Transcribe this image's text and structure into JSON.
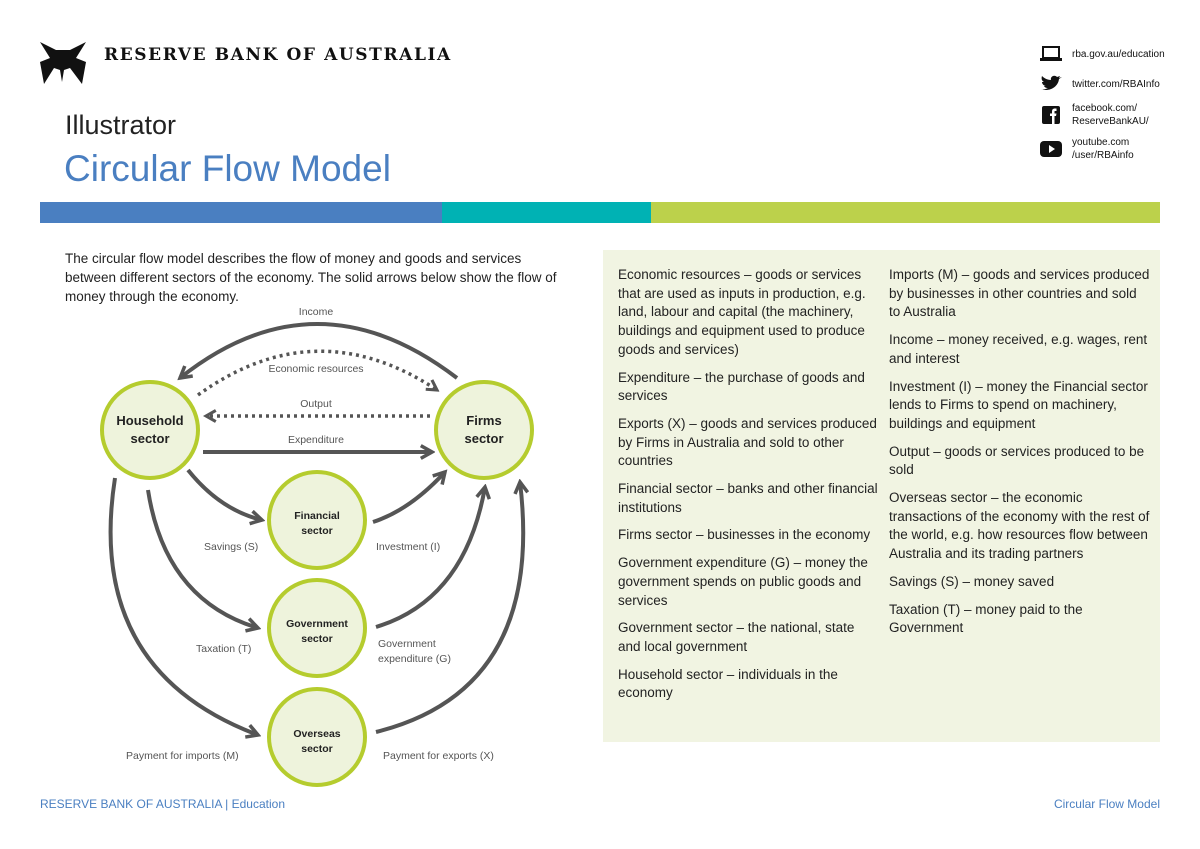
{
  "header": {
    "org": "RESERVE BANK OF AUSTRALIA",
    "subtitle": "Illustrator",
    "title": "Circular Flow Model"
  },
  "social": [
    {
      "icon": "laptop-icon",
      "text": [
        "rba.gov.au/education"
      ]
    },
    {
      "icon": "twitter-icon",
      "text": [
        "twitter.com/RBAInfo"
      ]
    },
    {
      "icon": "facebook-icon",
      "text": [
        "facebook.com/",
        "ReserveBankAU/"
      ]
    },
    {
      "icon": "youtube-icon",
      "text": [
        "youtube.com",
        "/user/RBAinfo"
      ]
    }
  ],
  "colors": {
    "blue": "#4a7fc1",
    "teal": "#00b2b4",
    "green": "#bcd14b",
    "circle_stroke": "#b5cc2e",
    "circle_fill": "#eef3dc",
    "arrow": "#555555"
  },
  "intro": "The circular flow model describes the flow of money and goods and services between different sectors of the economy. The solid arrows below show the flow of money through the economy.",
  "diagram": {
    "nodes": {
      "household": [
        "Household",
        "sector"
      ],
      "firms": [
        "Firms",
        "sector"
      ],
      "financial": [
        "Financial",
        "sector"
      ],
      "government": [
        "Government",
        "sector"
      ],
      "overseas": [
        "Overseas",
        "sector"
      ]
    },
    "flows": {
      "income": "Income",
      "economic_resources": "Economic resources",
      "output": "Output",
      "expenditure": "Expenditure",
      "savings": "Savings (S)",
      "investment": "Investment (I)",
      "taxation": "Taxation (T)",
      "gov_exp": [
        "Government",
        "expenditure (G)"
      ],
      "imports": "Payment for imports (M)",
      "exports": "Payment for exports (X)"
    }
  },
  "glossary": {
    "col1": [
      "Economic resources – goods or services that are used as inputs in production, e.g. land, labour and capital (the machinery, buildings and equipment used to produce goods and services)",
      "Expenditure – the purchase of goods and services",
      "Exports (X) – goods and services produced by Firms in Australia and sold to other countries",
      "Financial sector – banks and other financial institutions",
      "Firms sector – businesses in the economy",
      "Government expenditure (G) – money the government spends on public goods and services",
      "Government sector – the national, state and local government",
      "Household sector – individuals in the economy"
    ],
    "col2": [
      "Imports (M) – goods and services produced by businesses in other countries and sold to Australia",
      "Income – money received, e.g. wages, rent and interest",
      "Investment (I) – money the Financial sector lends to Firms to spend on machinery, buildings and equipment",
      "Output – goods or services produced to be sold",
      "Overseas sector – the economic transactions of the economy with the rest of the world, e.g. how resources flow between Australia and its trading partners",
      "Savings (S) – money saved",
      "Taxation (T) – money paid to the Government"
    ]
  },
  "footer": {
    "left": "RESERVE BANK OF AUSTRALIA | Education",
    "right": "Circular Flow Model"
  }
}
